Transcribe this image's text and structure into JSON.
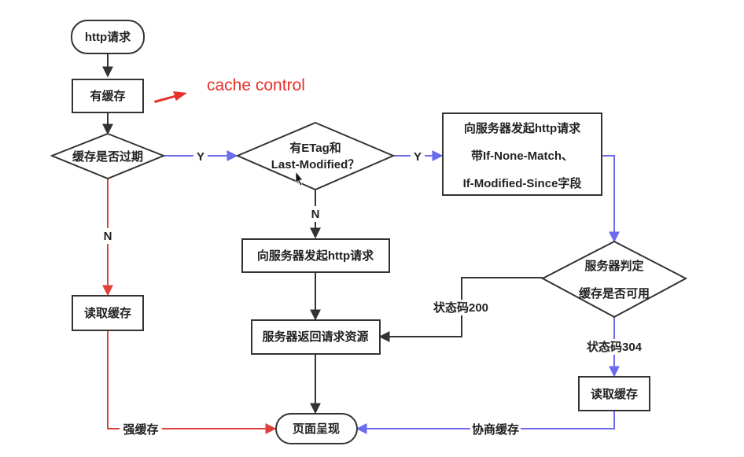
{
  "colors": {
    "default_edge": "#333333",
    "yes_edge": "#6b6bf0",
    "strong_cache_edge": "#e0403a",
    "negotiate_edge": "#6b6bf0",
    "annotation": "#e8302a"
  },
  "annotation": {
    "text": "cache control"
  },
  "nodes": {
    "http_request": "http请求",
    "has_cache": "有缓存",
    "cache_expired": "缓存是否过期",
    "has_etag_line1": "有ETag和",
    "has_etag_line2": "Last-Modified？",
    "conditional_request_line1": "向服务器发起http请求",
    "conditional_request_line2": "带If-None-Match、",
    "conditional_request_line3": "If-Modified-Since字段",
    "send_request": "向服务器发起http请求",
    "read_cache_left": "读取缓存",
    "server_returns": "服务器返回请求资源",
    "server_judge_line1": "服务器判定",
    "server_judge_line2": "缓存是否可用",
    "read_cache_right": "读取缓存",
    "page_render": "页面呈现"
  },
  "edges": {
    "expired_yes": "Y",
    "etag_yes": "Y",
    "expired_no": "N",
    "etag_no": "N",
    "status_200": "状态码200",
    "status_304": "状态码304",
    "strong_cache": "强缓存",
    "negotiate_cache": "协商缓存"
  }
}
